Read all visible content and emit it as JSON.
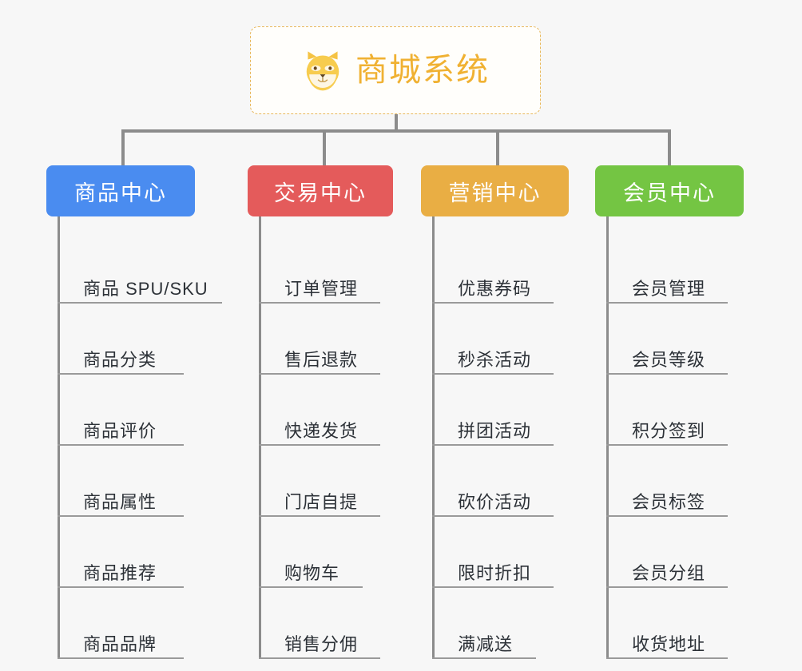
{
  "root": {
    "title": "商城系统",
    "icon": "shiba-dog-icon",
    "text_color": "#f0b132",
    "border_color": "#e8b85c"
  },
  "canvas": {
    "background": "#f7f7f7",
    "connector_color": "#8c8c8c"
  },
  "branches": [
    {
      "id": "product-center",
      "label": "商品中心",
      "color": "#4a8cf0",
      "items": [
        "商品 SPU/SKU",
        "商品分类",
        "商品评价",
        "商品属性",
        "商品推荐",
        "商品品牌"
      ]
    },
    {
      "id": "trade-center",
      "label": "交易中心",
      "color": "#e45b5b",
      "items": [
        "订单管理",
        "售后退款",
        "快递发货",
        "门店自提",
        "购物车",
        "销售分佣"
      ]
    },
    {
      "id": "marketing-center",
      "label": "营销中心",
      "color": "#e9ae44",
      "items": [
        "优惠券码",
        "秒杀活动",
        "拼团活动",
        "砍价活动",
        "限时折扣",
        "满减送"
      ]
    },
    {
      "id": "member-center",
      "label": "会员中心",
      "color": "#74c543",
      "items": [
        "会员管理",
        "会员等级",
        "积分签到",
        "会员标签",
        "会员分组",
        "收货地址"
      ]
    }
  ]
}
